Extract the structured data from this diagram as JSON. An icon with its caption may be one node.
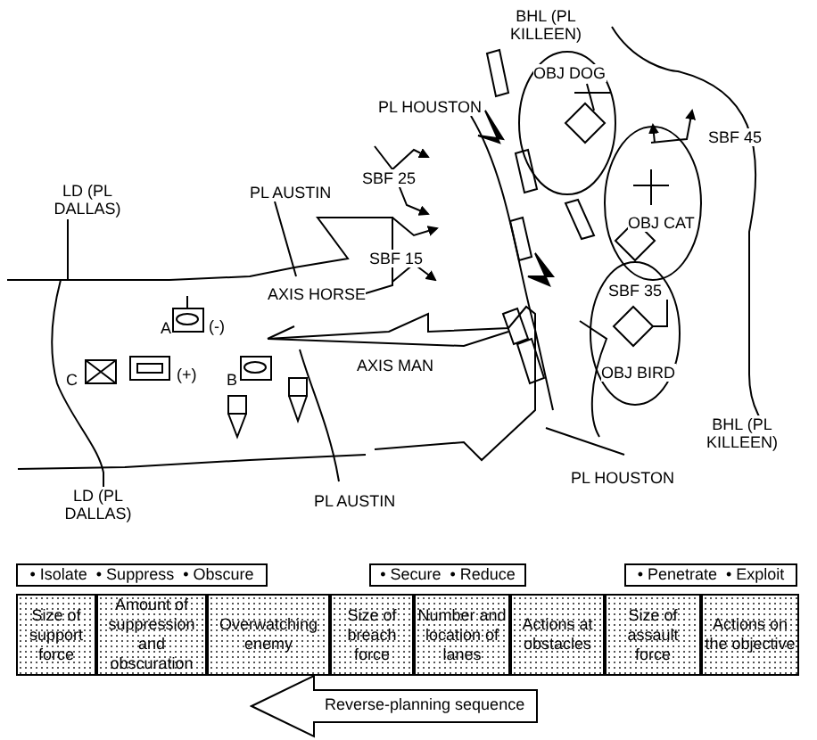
{
  "diagram": {
    "nodes": [
      {
        "text": [
          "OBJ DOG"
        ]
      },
      {
        "text": [
          "OBJ CAT"
        ]
      },
      {
        "text": [
          "SBF 35",
          "OBJ BIRD"
        ]
      },
      {
        "text": [
          "• Isolate  • Suppress  • Obscure"
        ]
      },
      {
        "text": [
          "• Secure  • Reduce"
        ]
      },
      {
        "text": [
          "• Penetrate  • Exploit"
        ]
      },
      {
        "text": [
          "Reverse-planning sequence"
        ]
      }
    ],
    "labels": [
      "BHL (PL KILLEEN)",
      "PL HOUSTON",
      "LD (PL DALLAS)",
      "PL AUSTIN",
      "SBF 25",
      "SBF 15",
      "SBF 45",
      "AXIS HORSE",
      "AXIS MAN",
      "A",
      "(-)",
      "C",
      "(+)",
      "B",
      "LD (PL DALLAS)",
      "PL AUSTIN",
      "BHL (PL KILLEEN)",
      "PL HOUSTON",
      "Size of support force",
      "Amount of suppression and obscuration",
      "Overwatching enemy",
      "Size of breach force",
      "Number and location of lanes",
      "Actions at obstacles",
      "Size of assault force",
      "Actions on the objective"
    ]
  }
}
